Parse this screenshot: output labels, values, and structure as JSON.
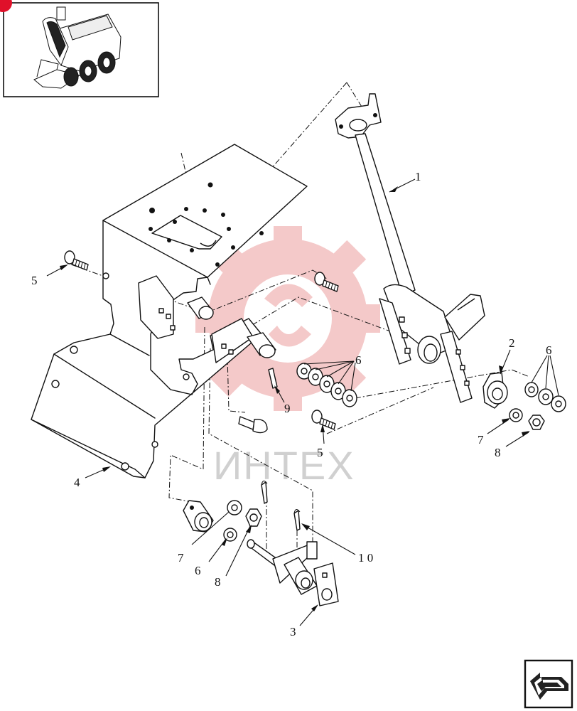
{
  "watermark": {
    "text": "ИНТЕХ",
    "color": "#f2b8b8"
  },
  "callouts": [
    "1",
    "2",
    "3",
    "4",
    "5",
    "5",
    "6",
    "6",
    "6",
    "7",
    "7",
    "8",
    "8",
    "9",
    "1 0"
  ],
  "nav_arrow_icon": "return-arrow-icon",
  "thumbnail_icon": "skid-steer-loader-icon",
  "accent_color": "#e0102a"
}
